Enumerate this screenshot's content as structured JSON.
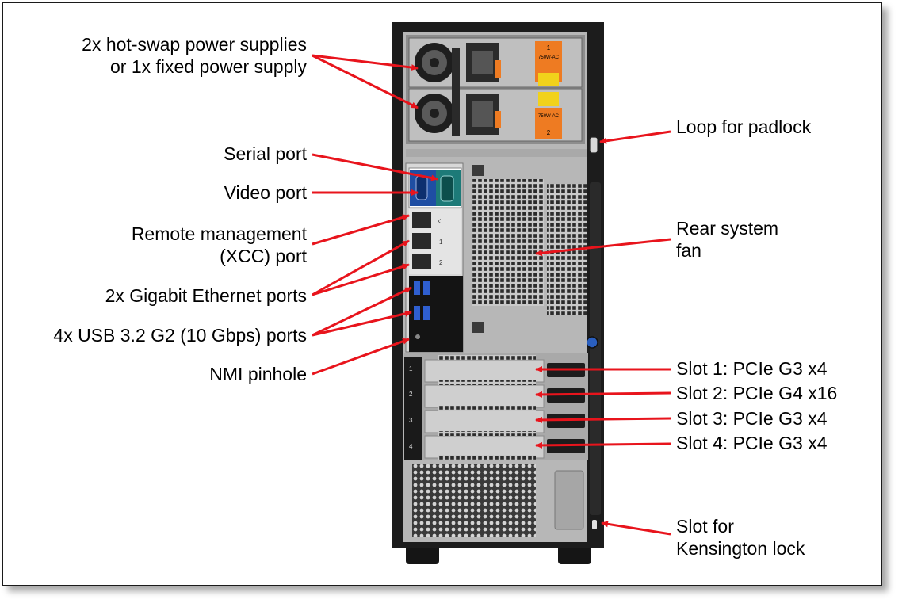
{
  "labels": {
    "power_supplies": [
      "2x hot-swap power supplies",
      "or 1x fixed power supply"
    ],
    "serial_port": "Serial port",
    "video_port": "Video port",
    "remote_mgmt": [
      "Remote management",
      "(XCC) port"
    ],
    "gigabit_eth": "2x Gigabit Ethernet ports",
    "usb_ports": "4x USB 3.2 G2 (10 Gbps) ports",
    "nmi_pinhole": "NMI pinhole",
    "padlock": "Loop for padlock",
    "rear_fan": [
      "Rear system",
      "fan"
    ],
    "slot1": "Slot 1: PCIe G3 x4",
    "slot2": "Slot 2: PCIe G4 x16",
    "slot3": "Slot 3: PCIe G3 x4",
    "slot4": "Slot 4: PCIe G3 x4",
    "kensington": [
      "Slot for",
      "Kensington lock"
    ]
  },
  "chassis": {
    "psu_label_top": "750W-AC",
    "psu_label_bottom": "750W-AC",
    "psu_bay_top": "1",
    "psu_bay_bottom": "2",
    "eth_mgmt_mark": "☇",
    "eth1_mark": "1",
    "eth2_mark": "2",
    "slot_numbers": [
      "1",
      "2",
      "3",
      "4"
    ]
  },
  "colors": {
    "arrow": "#e8141c",
    "chassis": "#b7b7b7",
    "frame_black": "#1c1c1c",
    "video_port": "#1f4ea3",
    "serial_port": "#1d7a78",
    "psu_orange": "#ee7b22",
    "warning_yellow": "#f1d21b"
  }
}
